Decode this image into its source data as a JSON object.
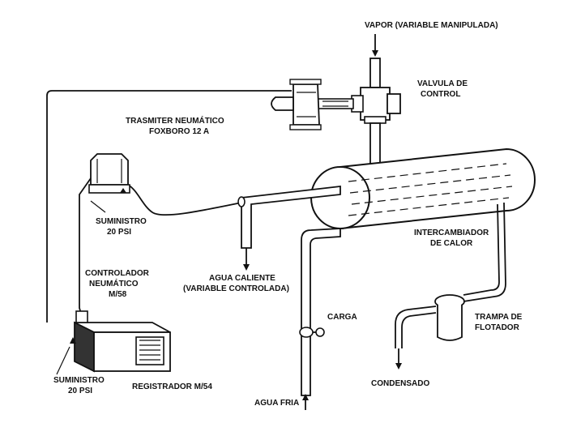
{
  "labels": {
    "vapor": "VAPOR (VARIABLE MANIPULADA)",
    "valvula_1": "VALVULA DE",
    "valvula_2": "CONTROL",
    "trasmiter_1": "TRASMITER NEUMÁTICO",
    "trasmiter_2": "FOXBORO 12 A",
    "suministro_top_1": "SUMINISTRO",
    "suministro_top_2": "20 PSI",
    "intercambiador_1": "INTERCAMBIADOR",
    "intercambiador_2": "DE CALOR",
    "controlador_1": "CONTROLADOR",
    "controlador_2": "NEUMÁTICO",
    "controlador_3": "M/58",
    "agua_caliente_1": "AGUA CALIENTE",
    "agua_caliente_2": "(VARIABLE CONTROLADA)",
    "carga": "CARGA",
    "trampa_1": "TRAMPA DE",
    "trampa_2": "FLOTADOR",
    "suministro_bottom_1": "SUMINISTRO",
    "suministro_bottom_2": "20 PSI",
    "registrador": "REGISTRADOR M/54",
    "condensado": "CONDENSADO",
    "agua_fria": "AGUA FRIA"
  }
}
